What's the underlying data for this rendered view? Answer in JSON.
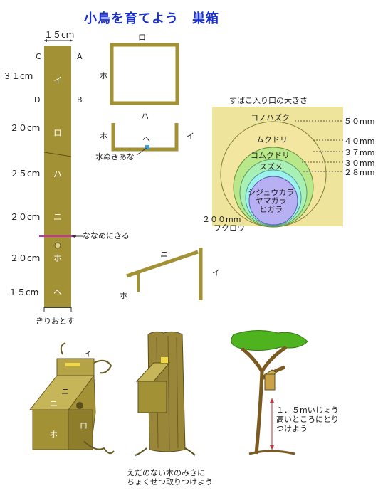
{
  "title": "小鳥を育てよう　巣箱",
  "board": {
    "width_label": "１５cm",
    "corner_labels": {
      "C": "C",
      "A": "A",
      "D": "D",
      "B": "B"
    },
    "segments": [
      {
        "name": "イ",
        "length": "３１cm"
      },
      {
        "name": "ロ",
        "length": "２０cm"
      },
      {
        "name": "ハ",
        "length": "２５cm"
      },
      {
        "name": "ニ",
        "length": "２０cm"
      },
      {
        "name": "ホ",
        "length": "２０cm"
      },
      {
        "name": "ヘ",
        "length": "１５cm"
      }
    ],
    "diagonal_note": "ななめにきる",
    "cut_note": "きりおとす"
  },
  "top_view": {
    "label": "ロ",
    "side_label": "ホ"
  },
  "front_view": {
    "label_top": "ハ",
    "label_left": "ホ",
    "label_center": "ヘ",
    "label_right": "イ",
    "drain_note": "水ぬきあな"
  },
  "roof_view": {
    "label_roof": "ニ",
    "label_post": "イ",
    "label_base": "ホ"
  },
  "entrance": {
    "title": "すばこ入り口の大きさ",
    "sizes": [
      {
        "bird": "コノハズク",
        "size": "５０mm",
        "color": "#f2e6a0"
      },
      {
        "bird": "ムクドリ",
        "size": "４０mm",
        "color": "#b9e88a"
      },
      {
        "bird": "コムクドリ",
        "size": "３７mm",
        "color": "#a8f0b6"
      },
      {
        "bird": "スズメ",
        "size": "３０mm",
        "color": "#9ef2ee"
      },
      {
        "bird": "シジュウカラ\nヤマガラ\nヒガラ",
        "size": "２８mm",
        "color": "#b7b0f2"
      }
    ],
    "owl_size": "２００mm",
    "owl_name": "フクロウ",
    "bg_color": "#eee49c"
  },
  "assembled": {
    "label_i": "イ",
    "label_ni": "ニ",
    "label_ho": "ホ",
    "label_ro": "ロ"
  },
  "tree_note": "１．５mいじょう\n高いところにとり\nつけよう",
  "mount_note": "えだのない木のみきに\nちょくせつ取りつけよう"
}
